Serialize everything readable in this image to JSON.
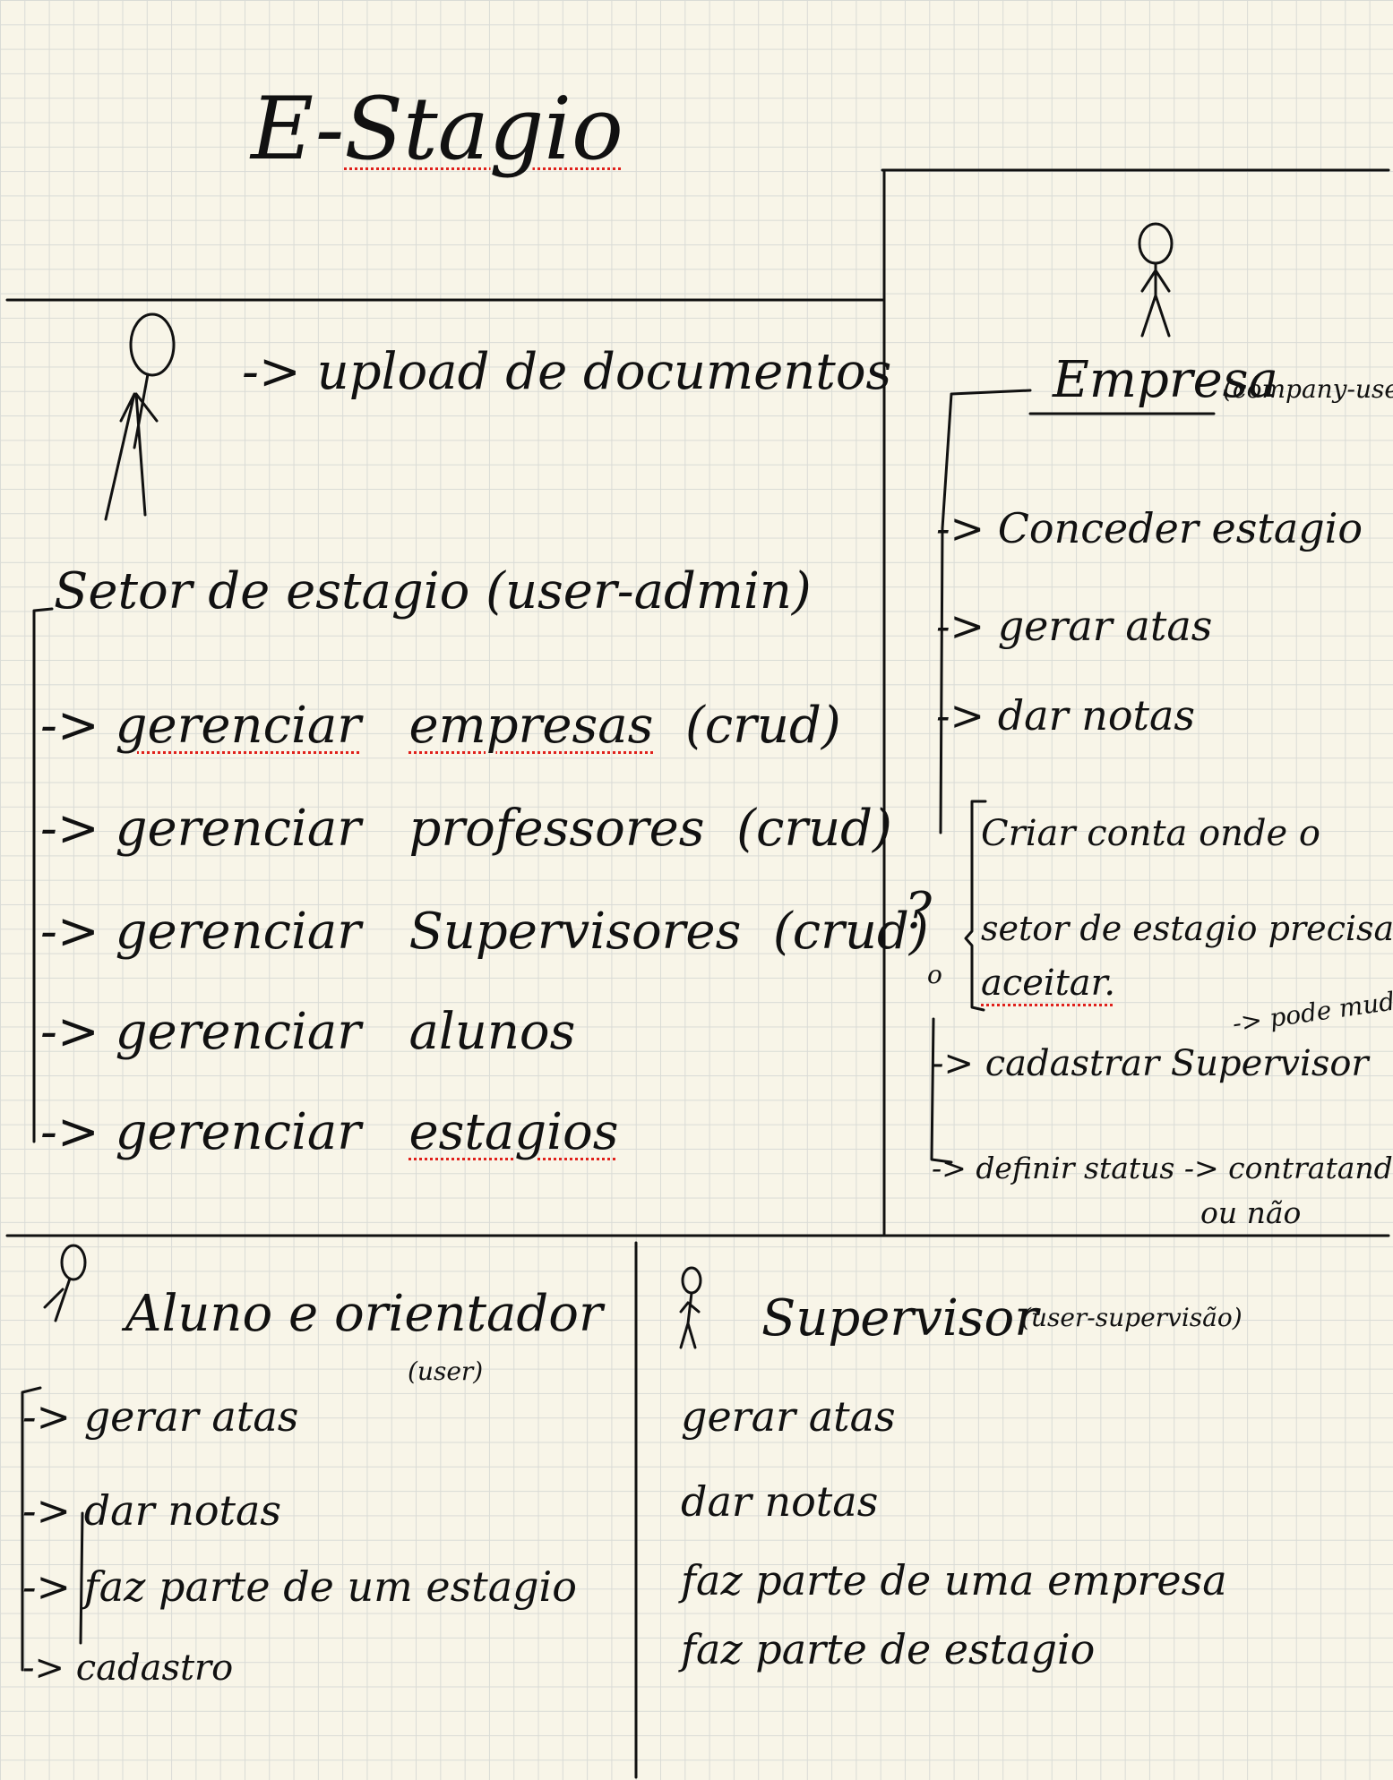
{
  "title": {
    "prefix": "E-",
    "word": "Stagio"
  },
  "admin": {
    "top_note": "-> upload de documentos",
    "heading": "Setor de estagio (user-admin)",
    "items": [
      {
        "arrow": "->",
        "verb": "gerenciar",
        "object": "empresas",
        "suffix": "(crud)"
      },
      {
        "arrow": "->",
        "verb": "gerenciar",
        "object": "professores",
        "suffix": "(crud)"
      },
      {
        "arrow": "->",
        "verb": "gerenciar",
        "object": "Supervisores",
        "suffix": "(crud)"
      },
      {
        "arrow": "->",
        "verb": "gerenciar",
        "object": "alunos",
        "suffix": ""
      },
      {
        "arrow": "->",
        "verb": "gerenciar",
        "object": "estagios",
        "suffix": ""
      }
    ]
  },
  "empresa": {
    "heading": "Empresa",
    "role": "(company-user)",
    "items": [
      {
        "arrow": "->",
        "text": "Conceder estagio"
      },
      {
        "arrow": "->",
        "text": "gerar atas"
      },
      {
        "arrow": "->",
        "text": "dar notas"
      }
    ],
    "account_lines": [
      "Criar conta onde o",
      "setor de estagio precisa",
      "aceitar."
    ],
    "question_mark": "?",
    "small_o": "o",
    "register_item": {
      "arrow": "->",
      "text": "cadastrar Supervisor",
      "note": "-> pode mudar"
    },
    "status_item": {
      "arrow": "->",
      "text": "definir status -> contratando",
      "text2": "ou não"
    }
  },
  "aluno": {
    "heading": "Aluno e orientador",
    "role": "(user)",
    "items": [
      {
        "arrow": "->",
        "text": "gerar atas"
      },
      {
        "arrow": "->",
        "text": "dar notas"
      },
      {
        "arrow": "->",
        "text": "faz parte de um estagio"
      },
      {
        "arrow": "->",
        "text": "cadastro"
      }
    ]
  },
  "supervisor": {
    "heading": "Supervisor",
    "role": "(user-supervisão)",
    "items": [
      "gerar atas",
      "dar notas",
      "faz parte de uma empresa",
      "faz parte de estagio"
    ]
  }
}
